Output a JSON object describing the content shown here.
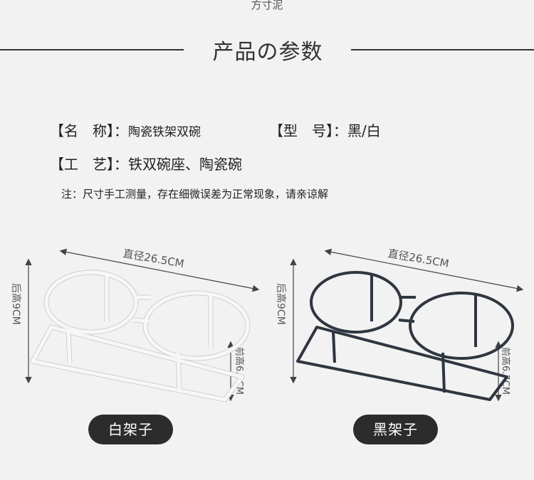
{
  "brand": "方寸泥",
  "section_title": "产品の参数",
  "specs": {
    "name_label": "【名　称】：",
    "name_value": "陶瓷铁架双碗",
    "model_label": "【型　号】：",
    "model_value": "黑/白",
    "craft_label": "【工　艺】：",
    "craft_value": "铁双碗座、陶瓷碗"
  },
  "note": "注：尺寸手工测量，存在细微误差为正常现象，请亲谅解",
  "products": [
    {
      "label": "白架子",
      "color": "#ffffff",
      "diameter": "直径26.5CM",
      "rear_height": "后高9CM",
      "front_height": "前高6.7CM"
    },
    {
      "label": "黑架子",
      "color": "#2f3640",
      "diameter": "直径26.5CM",
      "rear_height": "后高9CM",
      "front_height": "前高6.7CM"
    }
  ],
  "colors": {
    "background": "#f2f2f2",
    "pill": "#2c2c2c",
    "text": "#222222"
  }
}
